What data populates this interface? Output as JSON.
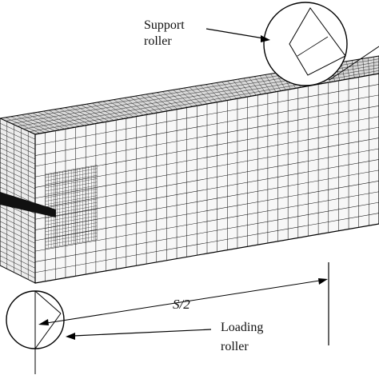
{
  "labels": {
    "support_roller_line1": "Support",
    "support_roller_line2": "roller",
    "half_span": "S/2",
    "loading_roller_line1": "Loading",
    "loading_roller_line2": "roller"
  },
  "colors": {
    "mesh": "#1a1a1a",
    "ink": "#000000",
    "background": "#ffffff"
  }
}
